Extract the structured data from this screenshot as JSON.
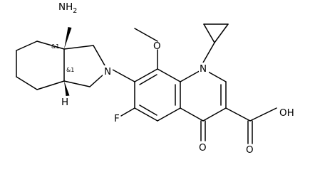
{
  "atoms": {
    "amine": {
      "symbol": "NH",
      "subscript": "2"
    },
    "pyrrolidine_n": "N",
    "quinolone_n": "N",
    "methoxy_o": "O",
    "fluorine": "F",
    "keto_o": "O",
    "acid_oh": "OH",
    "acid_o": "O",
    "bridgehead_h": "H"
  },
  "stereo_labels": {
    "upper": "&1",
    "lower": "&1"
  }
}
